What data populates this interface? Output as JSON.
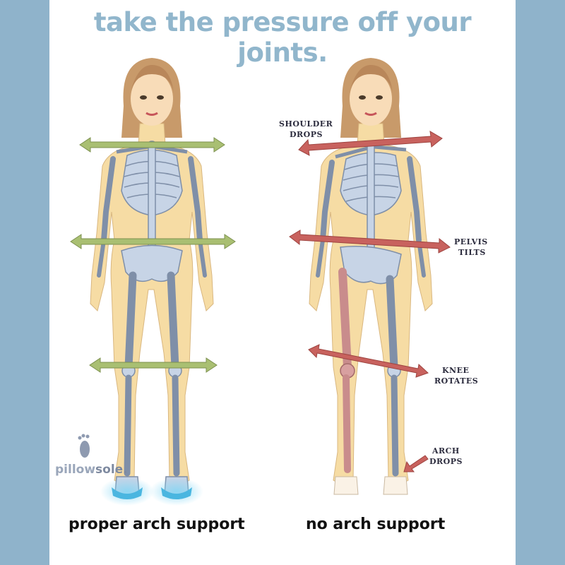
{
  "headline": "take the pressure off your joints.",
  "captions": {
    "left": "proper arch support",
    "right": "no arch support"
  },
  "labels": {
    "shoulder": [
      "SHOULDER",
      "DROPS"
    ],
    "pelvis": [
      "PELVIS",
      "TILTS"
    ],
    "knee": [
      "KNEE",
      "ROTATES"
    ],
    "arch": [
      "ARCH",
      "DROPS"
    ]
  },
  "brand": {
    "part1": "pillow",
    "part2": "sole."
  },
  "colors": {
    "frame": "#8fb3cb",
    "headline": "#91b6cc",
    "aligned_arrow": "#a9bf72",
    "misaligned_arrow": "#c8625e",
    "skin": "#f6dca4",
    "bone": "#c7d4e6",
    "insole": "#4ab6e0"
  }
}
